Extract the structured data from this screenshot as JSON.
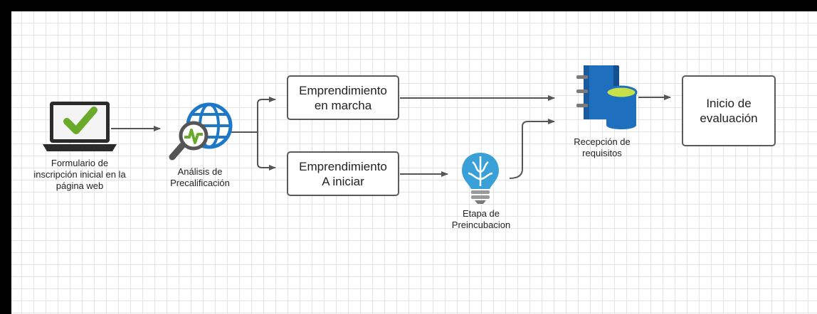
{
  "nodes": {
    "formulario": {
      "label": "Formulario de\ninscripción inicial en la\npágina web",
      "icon": "laptop-checkmark-icon"
    },
    "analisis": {
      "label": "Análisis de\nPrecalificación",
      "icon": "globe-magnifier-icon"
    },
    "marcha": {
      "label": "Emprendimiento\nen marcha"
    },
    "iniciar": {
      "label": "Emprendimiento\nA iniciar"
    },
    "preincubacion": {
      "label": "Etapa de\nPreincubacion",
      "icon": "brain-lightbulb-icon"
    },
    "recepcion": {
      "label": "Recepción de\nrequisitos",
      "icon": "notebook-database-icon"
    },
    "inicio": {
      "label": "Inicio de\nevaluación"
    }
  },
  "colors": {
    "border": "#000000",
    "line": "#555555",
    "check": "#6aaa2a",
    "globe": "#1e78c8",
    "brain": "#3aa0d8",
    "book": "#1f6fbf",
    "db": "#c8e04a"
  }
}
